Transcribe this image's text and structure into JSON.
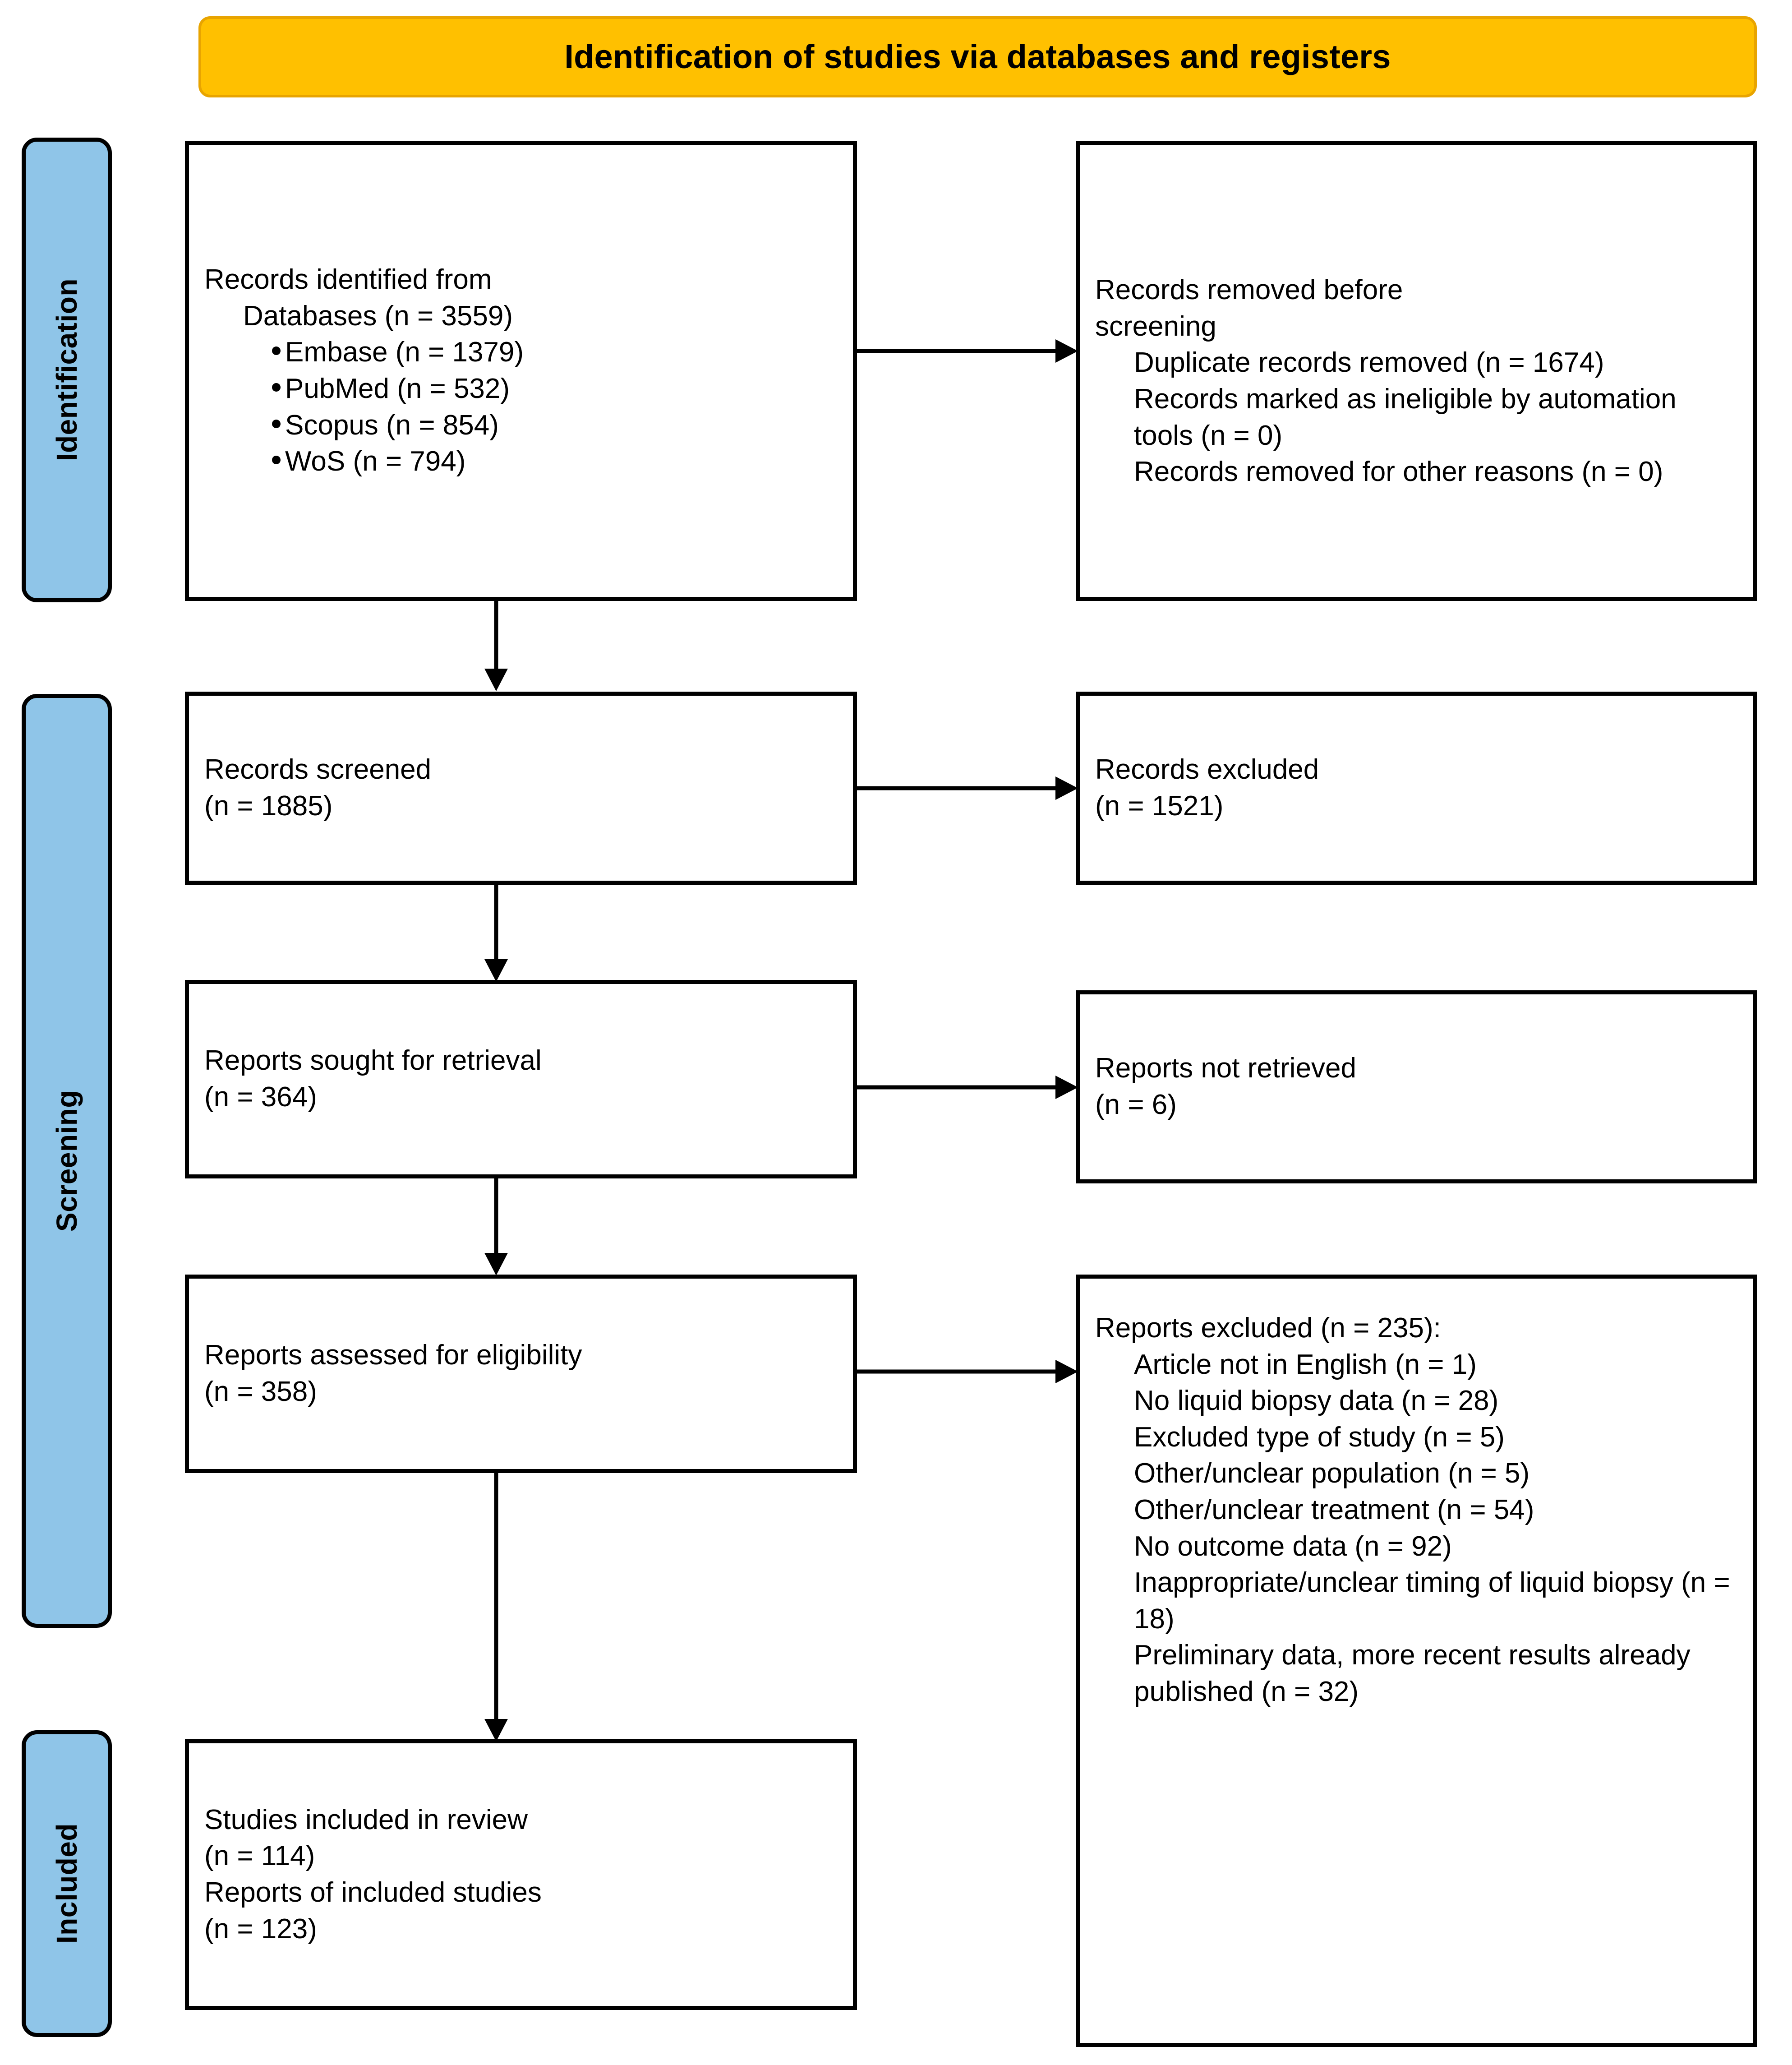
{
  "banner": {
    "title": "Identification of studies via databases and registers",
    "fill": "#FFC000"
  },
  "stages": [
    {
      "label": "Identification"
    },
    {
      "label": "Screening"
    },
    {
      "label": "Included"
    }
  ],
  "stage_fill": "#8FC5E8",
  "boxes": {
    "records_identified": {
      "heading": "Records identified from",
      "subheading": "Databases (n = 3559)",
      "sources": [
        "Embase (n = 1379)",
        "PubMed (n = 532)",
        "Scopus (n = 854)",
        "WoS (n = 794)"
      ]
    },
    "records_removed": {
      "heading_line1": "Records removed before",
      "heading_line2": "screening",
      "items": [
        "Duplicate records removed (n = 1674)",
        "Records marked as ineligible by automation tools (n = 0)",
        "Records removed for other reasons (n = 0)"
      ]
    },
    "records_screened": {
      "label": "Records screened",
      "count": "(n = 1885)"
    },
    "records_excluded": {
      "label": "Records excluded",
      "count": "(n = 1521)"
    },
    "reports_sought": {
      "label": "Reports sought for retrieval",
      "count": "(n = 364)"
    },
    "reports_not_retrieved": {
      "label": "Reports not retrieved",
      "count": "(n = 6)"
    },
    "reports_assessed": {
      "label": "Reports assessed for eligibility",
      "count": "(n = 358)"
    },
    "reports_excluded": {
      "heading": "Reports excluded (n = 235):",
      "reasons": [
        "Article not in English (n = 1)",
        "No liquid biopsy data (n = 28)",
        "Excluded type of study (n = 5)",
        "Other/unclear population (n = 5)",
        "Other/unclear treatment (n = 54)",
        "No outcome data (n = 92)",
        "Inappropriate/unclear timing of liquid biopsy (n = 18)",
        "Preliminary data, more recent results already published (n = 32)"
      ]
    },
    "studies_included": {
      "line1": "Studies included in review",
      "line2": "(n = 114)",
      "line3": "Reports of included studies",
      "line4": "(n = 123)"
    }
  },
  "chart_data": {
    "type": "diagram",
    "title": "PRISMA 2020 flow diagram",
    "nodes": [
      {
        "id": "records_identified",
        "stage": "Identification",
        "n": 3559
      },
      {
        "id": "records_removed",
        "stage": "Identification",
        "n": 1674
      },
      {
        "id": "records_screened",
        "stage": "Screening",
        "n": 1885
      },
      {
        "id": "records_excluded",
        "stage": "Screening",
        "n": 1521
      },
      {
        "id": "reports_sought",
        "stage": "Screening",
        "n": 364
      },
      {
        "id": "reports_not_retrieved",
        "stage": "Screening",
        "n": 6
      },
      {
        "id": "reports_assessed",
        "stage": "Screening",
        "n": 358
      },
      {
        "id": "reports_excluded",
        "stage": "Screening",
        "n": 235
      },
      {
        "id": "studies_included",
        "stage": "Included",
        "n": 114
      }
    ]
  }
}
